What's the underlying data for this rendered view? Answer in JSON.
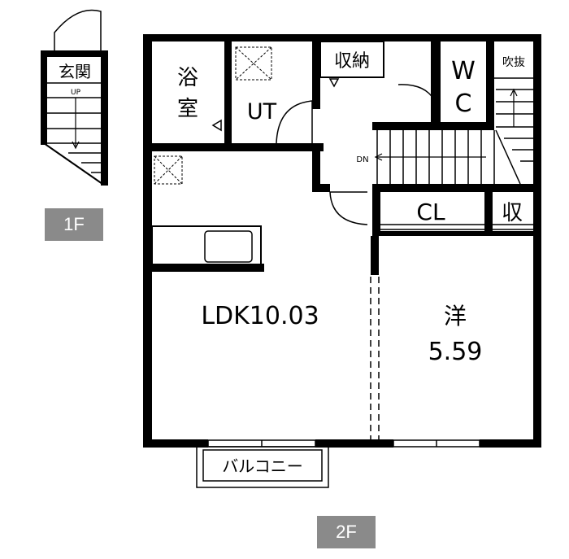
{
  "floor1": {
    "entrance_label": "玄関",
    "stair_direction": "UP",
    "floor_tag": "1F"
  },
  "floor2": {
    "bath_label_line1": "浴",
    "bath_label_line2": "室",
    "utility_label": "UT",
    "storage_label": "収納",
    "wc_label_line1": "W",
    "wc_label_line2": "C",
    "void_label": "吹抜",
    "stair_direction": "DN",
    "closet_label": "CL",
    "small_storage_label": "収",
    "ldk_label": "LDK10.03",
    "western_room_label_line1": "洋",
    "western_room_label_line2": "5.59",
    "balcony_label": "バルコニー",
    "floor_tag": "2F"
  }
}
